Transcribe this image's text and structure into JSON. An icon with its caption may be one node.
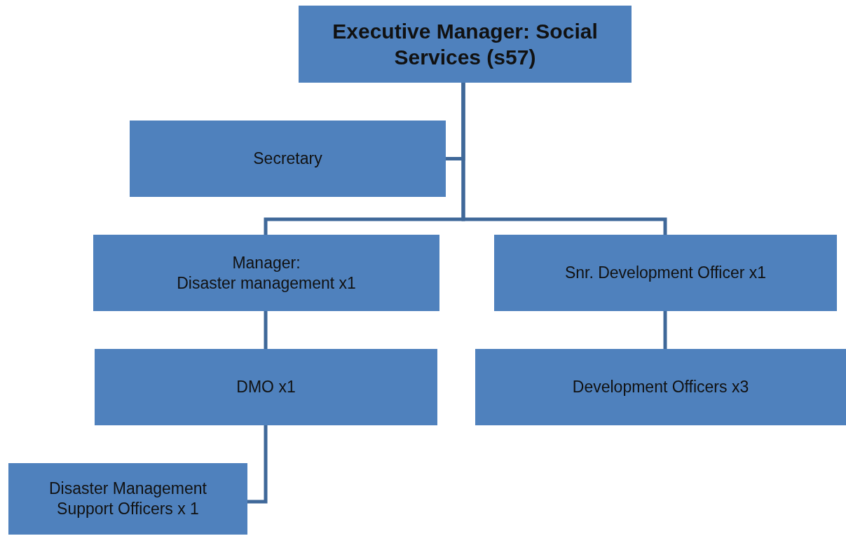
{
  "diagram": {
    "nodes": [
      {
        "text": [
          "Executive Manager: Social Services (s57)"
        ]
      },
      {
        "text": [
          "Secretary"
        ]
      },
      {
        "text": [
          "Manager:",
          "Disaster management x1"
        ]
      },
      {
        "text": [
          "Snr. Development Officer x1"
        ]
      },
      {
        "text": [
          "DMO x1"
        ]
      },
      {
        "text": [
          "Development Officers x3"
        ]
      },
      {
        "text": [
          "Disaster Management Support Officers x 1"
        ]
      }
    ],
    "edges": [
      {
        "from": 0,
        "to": 1,
        "arrow": "none"
      },
      {
        "from": 0,
        "to": 2,
        "arrow": "none"
      },
      {
        "from": 0,
        "to": 3,
        "arrow": "none"
      },
      {
        "from": 2,
        "to": 4,
        "arrow": "none"
      },
      {
        "from": 3,
        "to": 5,
        "arrow": "none"
      },
      {
        "from": 4,
        "to": 6,
        "arrow": "none"
      }
    ]
  }
}
